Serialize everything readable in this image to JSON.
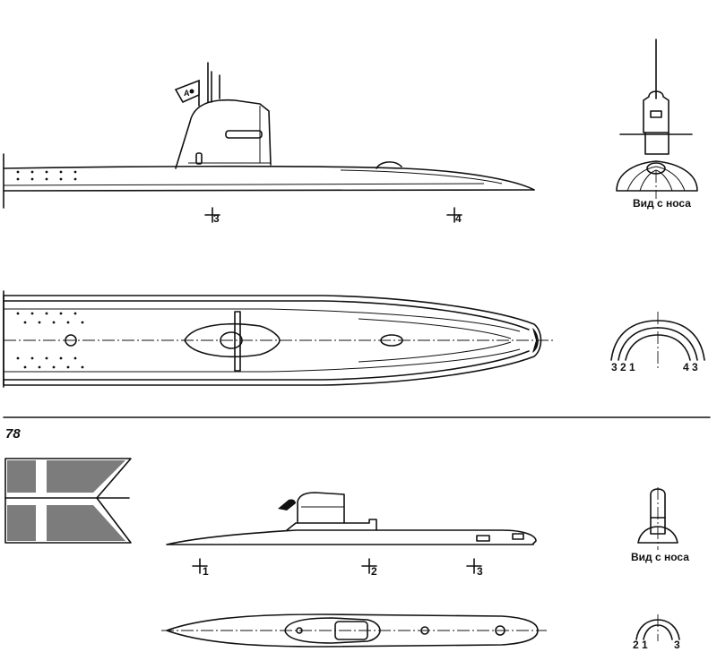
{
  "figure_number": "78",
  "upper": {
    "bow_view_label": "Вид с носа",
    "section_markers": [
      "3",
      "4"
    ],
    "section_numbers_left": "3 2 1",
    "section_numbers_right": "4 3"
  },
  "lower": {
    "bow_view_label": "Вид с носа",
    "section_markers": [
      "1",
      "2",
      "3"
    ],
    "section_numbers_left": "2 1",
    "section_numbers_right": "3"
  }
}
